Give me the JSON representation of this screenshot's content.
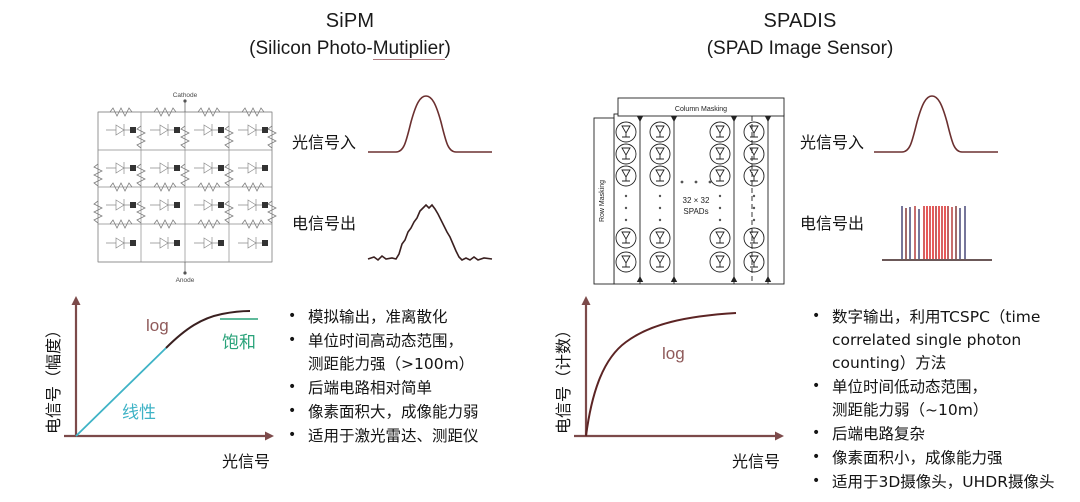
{
  "left_panel": {
    "title": "SiPM",
    "subtitle_pre": "(Silicon Photo-",
    "subtitle_underlined": "Mutiplier",
    "subtitle_post": ")",
    "circuit": {
      "top_terminal": "Cathode",
      "bottom_terminal": "Anode"
    },
    "waveforms": {
      "optical_in_label": "光信号入",
      "electrical_out_label": "电信号出",
      "optical_in_type": "gaussian-pulse",
      "electrical_out_type": "noisy-analog-pulse"
    },
    "chart": {
      "y_label": "电信号（幅度）",
      "x_label": "光信号",
      "regions": [
        {
          "name": "线性",
          "color": "#3fb3c6"
        },
        {
          "name": "log",
          "color": "#8f5a5a"
        },
        {
          "name": "饱和",
          "color": "#2aa37a"
        }
      ]
    },
    "bullets": [
      [
        "模拟输出，准离散化"
      ],
      [
        "单位时间高动态范围，",
        "测距能力强（>100m）"
      ],
      [
        "后端电路相对简单"
      ],
      [
        "像素面积大，成像能力弱"
      ],
      [
        "适用于激光雷达、测距仪"
      ]
    ]
  },
  "right_panel": {
    "title": "SPADIS",
    "subtitle": "(SPAD Image Sensor)",
    "chip": {
      "column_masking": "Column Masking",
      "row_masking": "Row Masking",
      "array_line1": "32 × 32",
      "array_line2": "SPADs"
    },
    "waveforms": {
      "optical_in_label": "光信号入",
      "electrical_out_label": "电信号出",
      "optical_in_type": "gaussian-pulse",
      "electrical_out_type": "digital-photon-counts"
    },
    "chart": {
      "y_label": "电信号（计数）",
      "x_label": "光信号",
      "regions": [
        {
          "name": "log",
          "color": "#8f5a5a"
        }
      ]
    },
    "bullets": [
      [
        "数字输出，利用TCSPC（time",
        "correlated single photon",
        "counting）方法"
      ],
      [
        "单位时间低动态范围，",
        "测距能力弱（~10m）"
      ],
      [
        "后端电路复杂"
      ],
      [
        "像素面积小，成像能力强"
      ],
      [
        "适用于3D摄像头，UHDR摄像头"
      ]
    ]
  },
  "chart_data": [
    {
      "type": "line",
      "title": "SiPM response",
      "xlabel": "光信号",
      "ylabel": "电信号（幅度）",
      "xlim": [
        0,
        1
      ],
      "ylim": [
        0,
        1
      ],
      "grid": false,
      "series": [
        {
          "name": "线性",
          "color": "#3fb3c6",
          "x": [
            0.0,
            0.12,
            0.24,
            0.36,
            0.48
          ],
          "y": [
            0.0,
            0.16,
            0.32,
            0.48,
            0.64
          ]
        },
        {
          "name": "log",
          "color": "#4a2a2a",
          "x": [
            0.48,
            0.58,
            0.68,
            0.78,
            0.88,
            0.96
          ],
          "y": [
            0.64,
            0.75,
            0.83,
            0.89,
            0.92,
            0.93
          ]
        }
      ],
      "annotations": [
        {
          "text": "线性",
          "x": 0.25,
          "y": 0.22,
          "color": "#3fb3c6"
        },
        {
          "text": "log",
          "x": 0.47,
          "y": 0.86,
          "color": "#8f5a5a"
        },
        {
          "text": "饱和",
          "x": 0.84,
          "y": 0.8,
          "color": "#2aa37a"
        }
      ]
    },
    {
      "type": "line",
      "title": "SPADIS response",
      "xlabel": "光信号",
      "ylabel": "电信号（计数）",
      "xlim": [
        0,
        1
      ],
      "ylim": [
        0,
        1
      ],
      "grid": false,
      "series": [
        {
          "name": "log",
          "color": "#6b2f2f",
          "x": [
            0.0,
            0.06,
            0.14,
            0.24,
            0.38,
            0.55,
            0.72,
            0.88
          ],
          "y": [
            0.0,
            0.3,
            0.5,
            0.65,
            0.76,
            0.83,
            0.87,
            0.89
          ]
        }
      ],
      "annotations": [
        {
          "text": "log",
          "x": 0.4,
          "y": 0.58,
          "color": "#8f5a5a"
        }
      ]
    }
  ]
}
